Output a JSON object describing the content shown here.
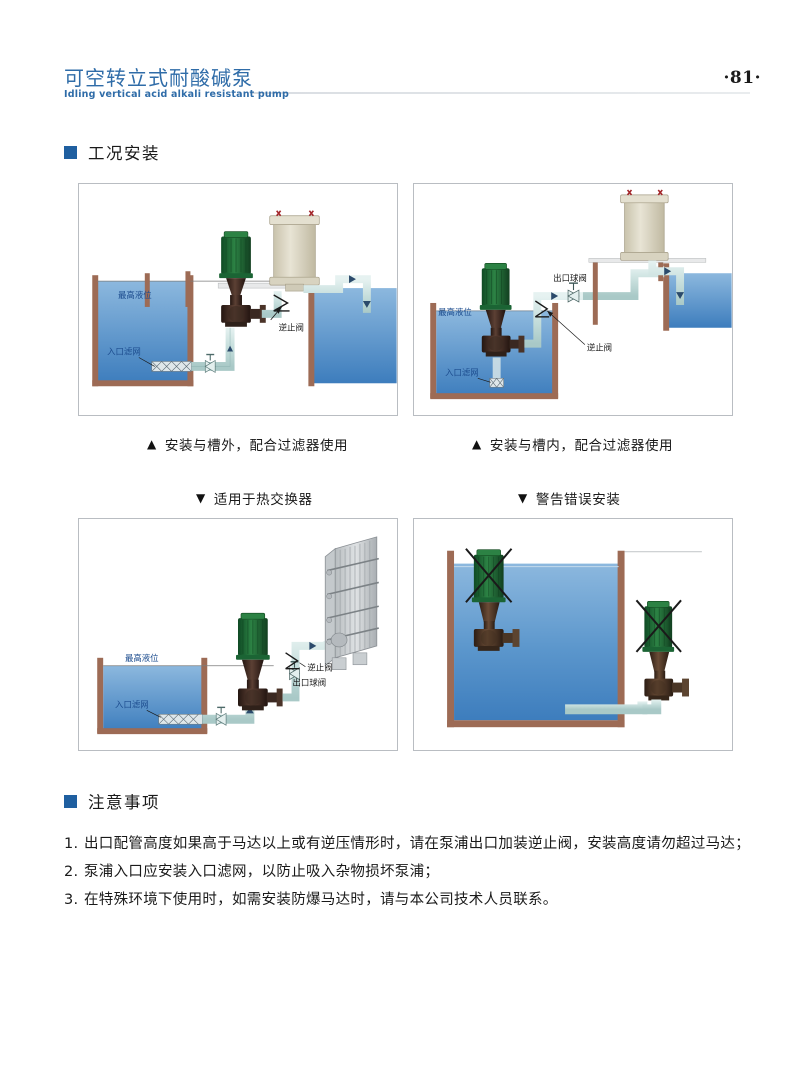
{
  "header": {
    "title_cn": "可空转立式耐酸碱泵",
    "title_en": "Idling vertical acid alkali resistant pump",
    "page_number": "·81·",
    "accent_color": "#2f6ca8"
  },
  "sections": {
    "install": {
      "label": "工况安装",
      "bullet_color": "#1f5fa0"
    },
    "notes": {
      "label": "注意事项",
      "bullet_color": "#1f5fa0"
    }
  },
  "figures": [
    {
      "id": "fig1",
      "caption": "安装与槽外，配合过滤器使用",
      "caption_marker": "▲",
      "labels": {
        "liquid_level": "最高液位",
        "inlet_strainer": "入口滤网",
        "check_valve": "逆止阀"
      }
    },
    {
      "id": "fig2",
      "caption": "安装与槽内，配合过滤器使用",
      "caption_marker": "▲",
      "labels": {
        "liquid_level": "最高液位",
        "inlet_strainer": "入口滤网",
        "check_valve": "逆止阀",
        "outlet_ball_valve": "出口球阀"
      }
    },
    {
      "id": "fig3",
      "caption": "适用于热交换器",
      "caption_marker": "▼",
      "labels": {
        "liquid_level": "最高液位",
        "inlet_strainer": "入口滤网",
        "check_valve": "逆止阀",
        "outlet_ball_valve": "出口球阀"
      }
    },
    {
      "id": "fig4",
      "caption": "警告错误安装",
      "caption_marker": "▼",
      "labels": {}
    }
  ],
  "notes": [
    {
      "num": "1.",
      "text": "出口配管高度如果高于马达以上或有逆压情形时，请在泵浦出口加装逆止阀，安装高度请勿超过马达；"
    },
    {
      "num": "2.",
      "text": "泵浦入口应安装入口滤网，以防止吸入杂物损坏泵浦；"
    },
    {
      "num": "3.",
      "text": "在特殊环境下使用时，如需安装防爆马达时，请与本公司技术人员联系。"
    }
  ],
  "palette": {
    "water_top": "#7fb0da",
    "water_bottom": "#3f7fbe",
    "tank_wall": "#9d6b55",
    "motor_green": "#1d6b37",
    "pump_body": "#4a3328",
    "filter_beige": "#ddd9c6",
    "pipe_mint": "#cfe5e3",
    "label_blue": "#1d4d8f"
  }
}
